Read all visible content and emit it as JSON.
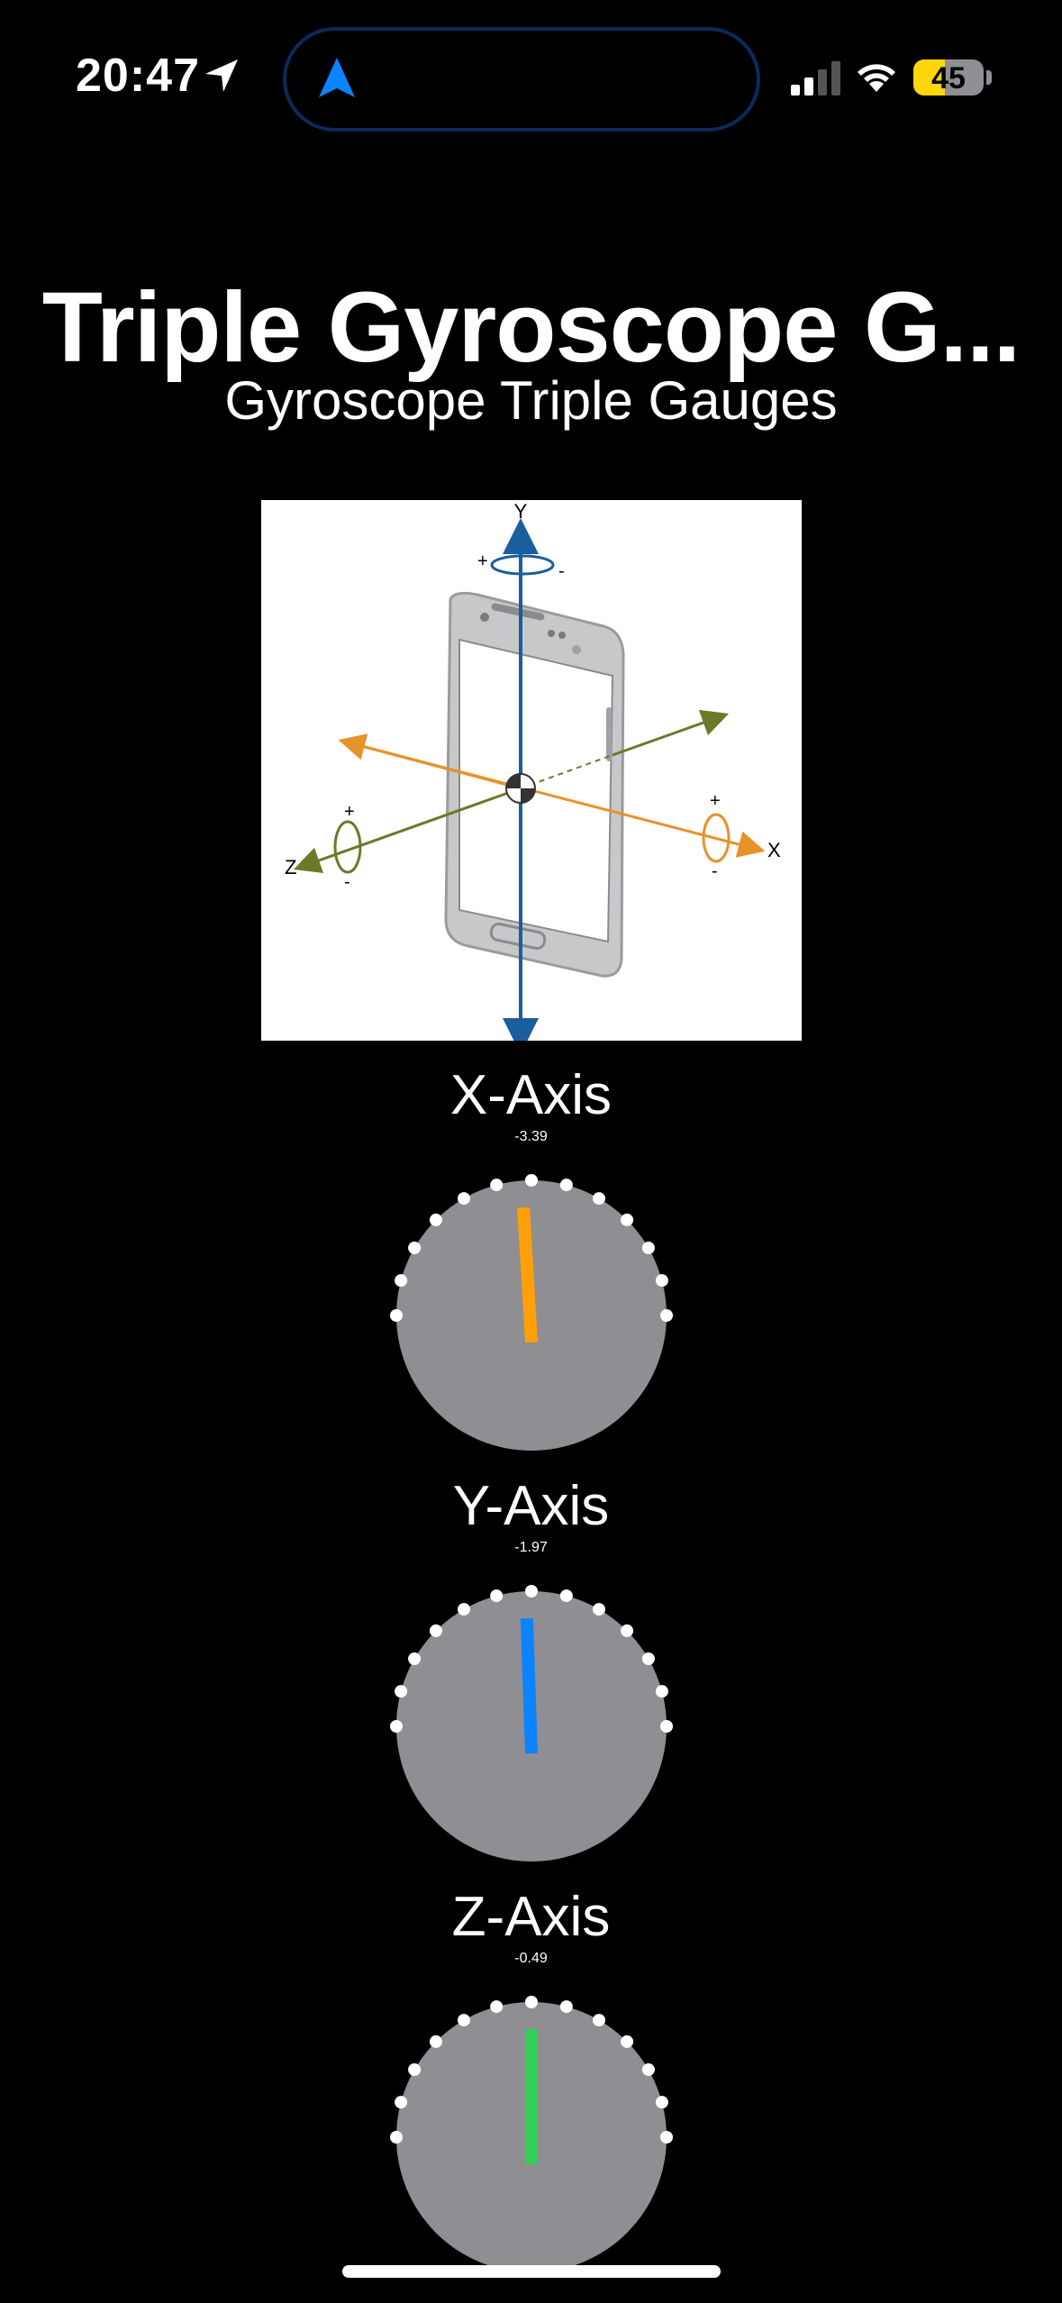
{
  "status_bar": {
    "time": "20:47",
    "battery": "45",
    "battery_level": 0.45,
    "battery_color": "#ffd60a"
  },
  "header": {
    "title": "Triple Gyroscope G...",
    "subtitle": "Gyroscope Triple Gauges"
  },
  "diagram": {
    "labels": {
      "y": "Y",
      "x": "X",
      "z": "Z",
      "plus": "+",
      "minus": "-"
    }
  },
  "gauges": [
    {
      "label": "X-Axis",
      "value": "-3.39",
      "needle_color": "#ff9f0a",
      "needle_angle_deg": -3.4
    },
    {
      "label": "Y-Axis",
      "value": "-1.97",
      "needle_color": "#0a84ff",
      "needle_angle_deg": -2
    },
    {
      "label": "Z-Axis",
      "value": "-0.49",
      "needle_color": "#30d158",
      "needle_angle_deg": 0
    }
  ],
  "colors": {
    "background": "#000000",
    "dial": "#8e8e93",
    "tick": "#ffffff"
  }
}
